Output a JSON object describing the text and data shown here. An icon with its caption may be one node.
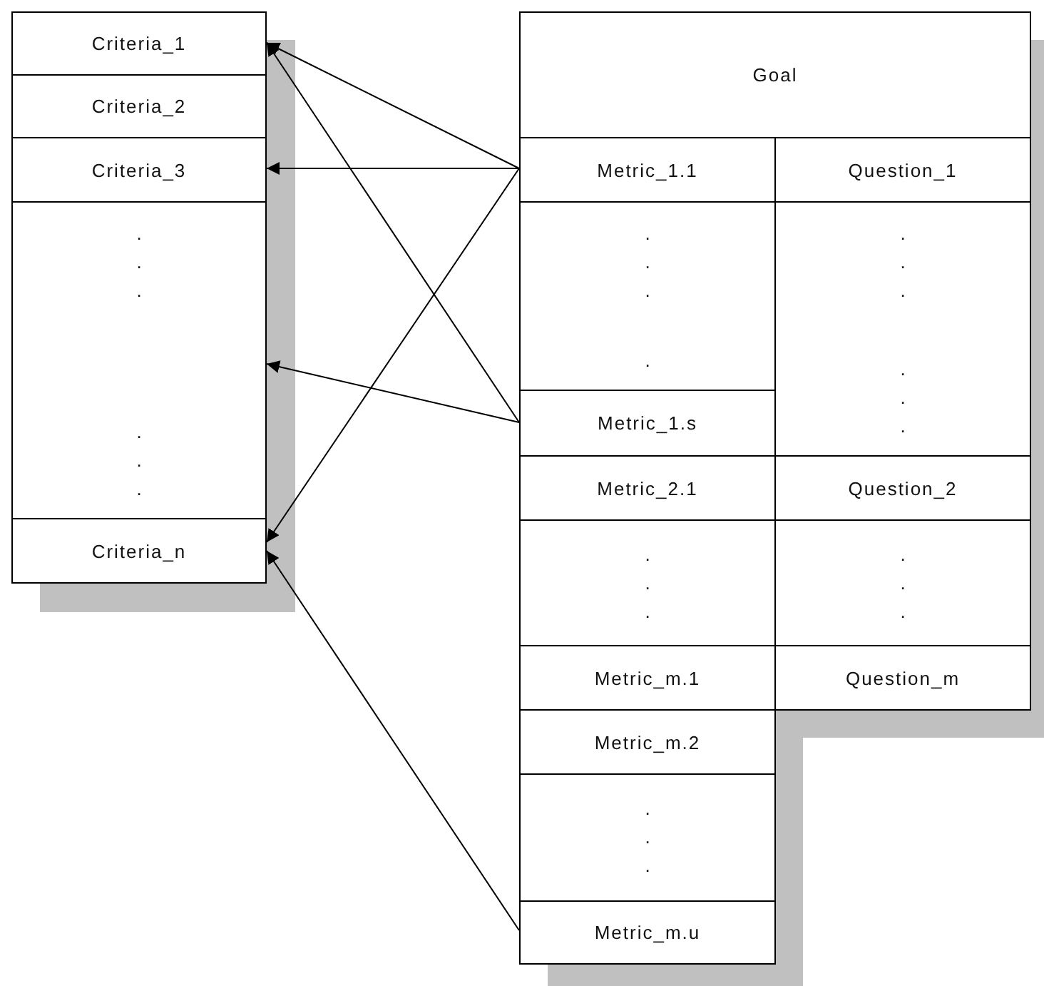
{
  "diagram": {
    "nodes": [
      {
        "text": [
          "Criteria_1"
        ]
      },
      {
        "text": [
          "Criteria_2"
        ]
      },
      {
        "text": [
          "Criteria_3"
        ]
      },
      {
        "text": [
          ". . .",
          ". . ."
        ]
      },
      {
        "text": [
          "Criteria_n"
        ]
      },
      {
        "text": [
          "Goal"
        ]
      },
      {
        "text": [
          "Metric_1.1"
        ]
      },
      {
        "text": [
          "Question_1"
        ]
      },
      {
        "text": [
          ". . .",
          "."
        ]
      },
      {
        "text": [
          "Metric_1.s"
        ]
      },
      {
        "text": [
          ". . .",
          ". . ."
        ]
      },
      {
        "text": [
          "Metric_2.1"
        ]
      },
      {
        "text": [
          "Question_2"
        ]
      },
      {
        "text": [
          ". . ."
        ]
      },
      {
        "text": [
          ". . ."
        ]
      },
      {
        "text": [
          "Metric_m.1"
        ]
      },
      {
        "text": [
          "Question_m"
        ]
      },
      {
        "text": [
          "Metric_m.2"
        ]
      },
      {
        "text": [
          ". . ."
        ]
      },
      {
        "text": [
          "Metric_m.u"
        ]
      }
    ],
    "edges": [
      {
        "from": 6,
        "to": 0,
        "arrow": "to"
      },
      {
        "from": 6,
        "to": 2,
        "arrow": "to"
      },
      {
        "from": 6,
        "to": 4,
        "arrow": "to"
      },
      {
        "from": 9,
        "to": 0,
        "arrow": "to"
      },
      {
        "from": 9,
        "to": 3,
        "arrow": "to"
      },
      {
        "from": 19,
        "to": 4,
        "arrow": "to"
      }
    ]
  }
}
